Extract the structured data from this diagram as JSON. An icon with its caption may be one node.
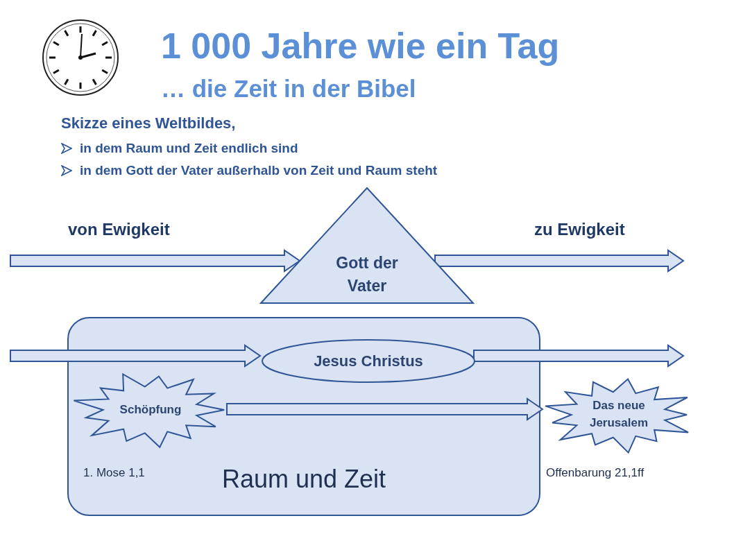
{
  "diagram": {
    "title": "1 000 Jahre wie ein Tag",
    "nodes": [
      {
        "text": [
          "Gott der Vater"
        ]
      },
      {
        "text": [
          "Raum und Zeit"
        ]
      },
      {
        "text": [
          "Jesus Christus"
        ],
        "in": 1
      },
      {
        "text": [
          "Schöpfung"
        ],
        "in": 1,
        "beside": [
          "1. Mose 1,1"
        ]
      },
      {
        "text": [
          "Das neue Jerusalem"
        ],
        "beside": [
          "Offenbarung 21,1ff"
        ]
      }
    ],
    "edges": [
      {
        "from": null,
        "to": 0,
        "arrow": "to"
      },
      {
        "from": 0,
        "to": null,
        "arrow": "to"
      },
      {
        "from": null,
        "to": 2,
        "arrow": "to"
      },
      {
        "from": 2,
        "to": null,
        "arrow": "to"
      },
      {
        "from": 3,
        "to": 4,
        "arrow": "to"
      }
    ],
    "labels": [
      "… die Zeit in der Bibel",
      "Skizze eines Weltbildes,",
      "in dem Raum und Zeit endlich sind",
      "in dem Gott der Vater außerhalb von Zeit und Raum steht",
      "von Ewigkeit",
      "zu Ewigkeit"
    ]
  }
}
